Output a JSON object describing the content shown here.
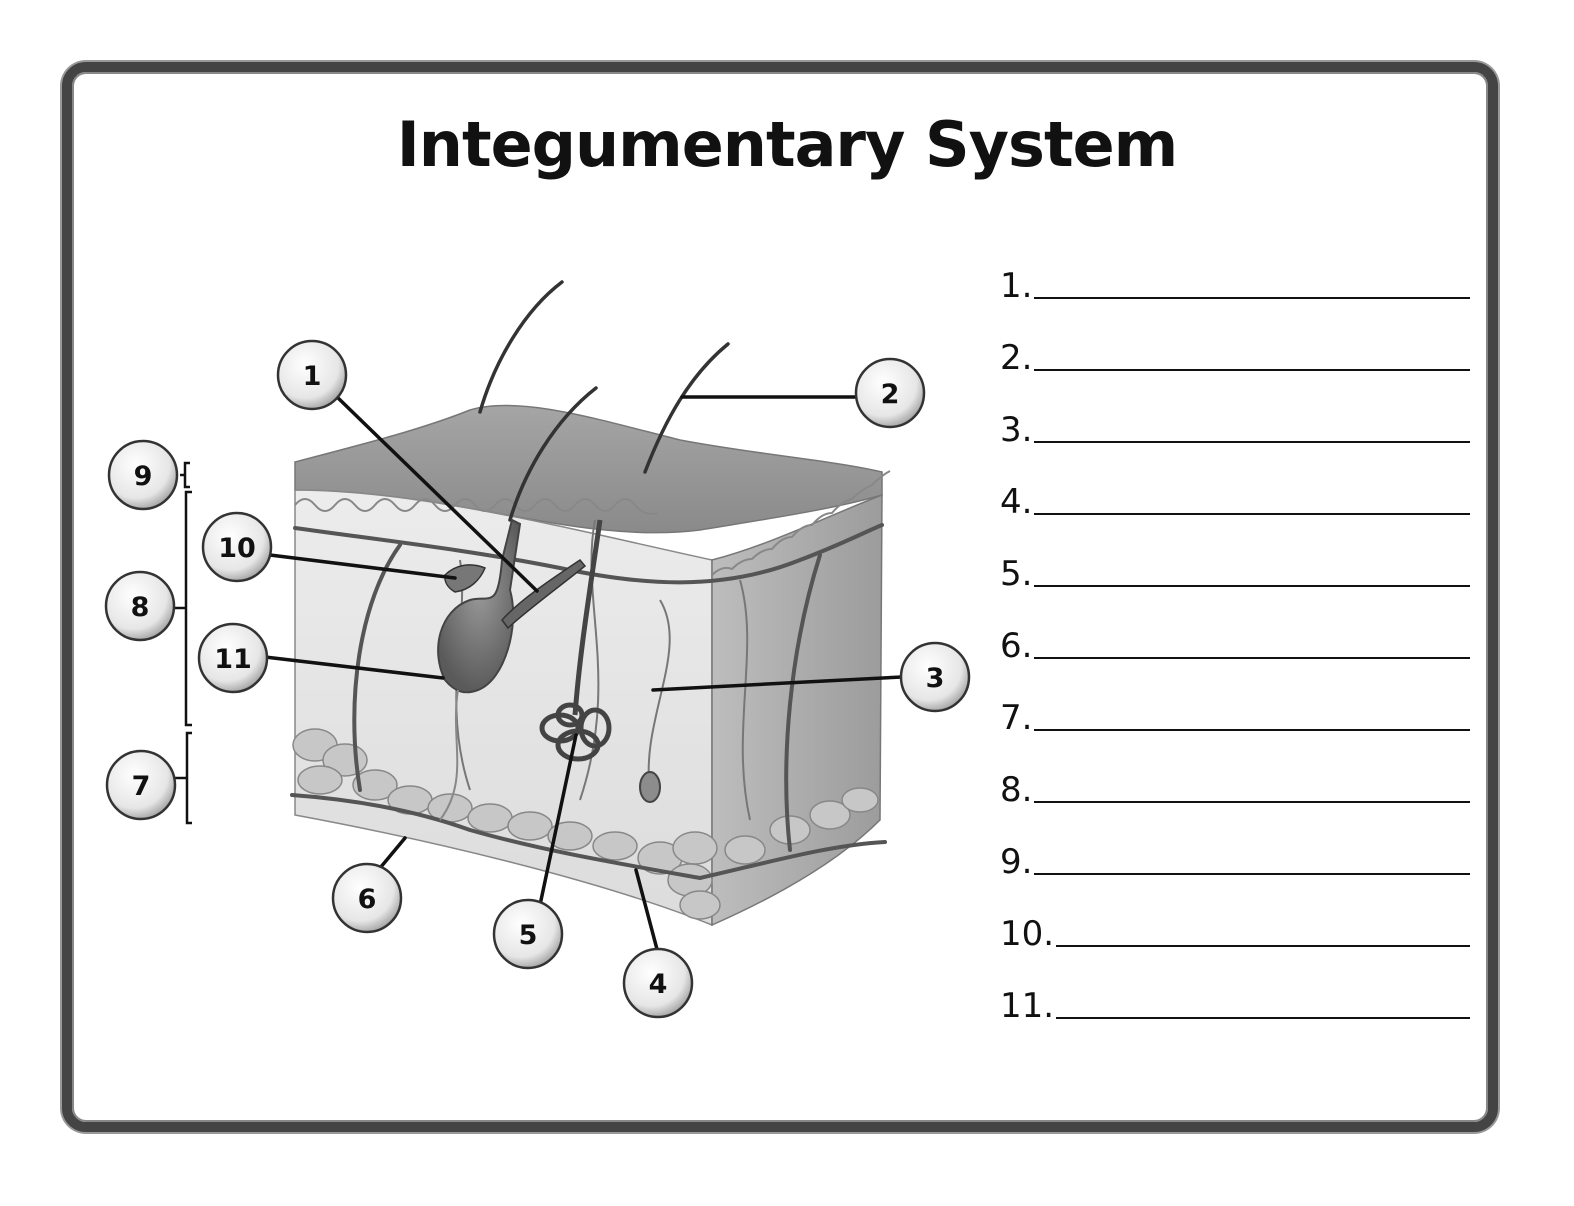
{
  "title": "Integumentary System",
  "markers": [
    "1",
    "2",
    "3",
    "4",
    "5",
    "6",
    "7",
    "8",
    "9",
    "10",
    "11"
  ],
  "answers": [
    "1.",
    "2.",
    "3.",
    "4.",
    "5.",
    "6.",
    "7.",
    "8.",
    "9.",
    "10.",
    "11."
  ]
}
